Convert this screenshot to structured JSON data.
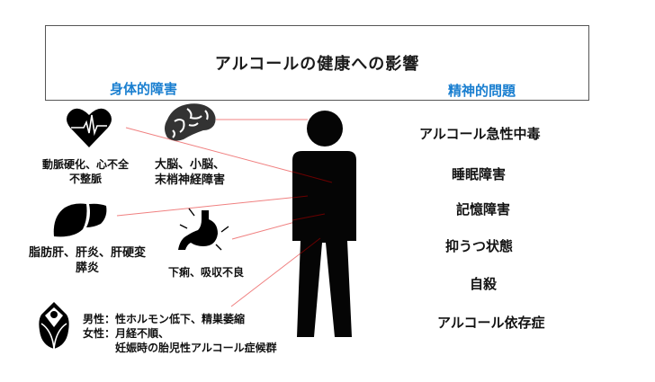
{
  "title": "アルコールの健康への影響",
  "sections": {
    "physical": "身体的障害",
    "mental": "精神的問題"
  },
  "physical_items": {
    "heart": {
      "icon": "heart-pulse-icon",
      "line1": "動脈硬化、心不全",
      "line2": "不整脈"
    },
    "brain": {
      "icon": "brain-icon",
      "line1": "大脳、小脳、",
      "line2": "末梢神経障害"
    },
    "liver": {
      "icon": "liver-icon",
      "line1": "脂肪肝、肝炎、肝硬変",
      "line2": "膵炎"
    },
    "stomach": {
      "icon": "stomach-icon",
      "line1": "下痢、吸収不良"
    },
    "reproductive": {
      "icon": "reproductive-icon",
      "male": "男性：性ホルモン低下、精巣萎縮",
      "female": "女性：月経不順、",
      "female2": "妊娠時の胎児性アルコール症候群"
    }
  },
  "mental_items": [
    "アルコール急性中毒",
    "睡眠障害",
    "記憶障害",
    "抑うつ状態",
    "自殺",
    "アルコール依存症"
  ],
  "colors": {
    "section_heading": "#1a7fd0",
    "connector_line": "#f08080",
    "icon_fill": "#000000",
    "brain_fill": "#333333"
  }
}
